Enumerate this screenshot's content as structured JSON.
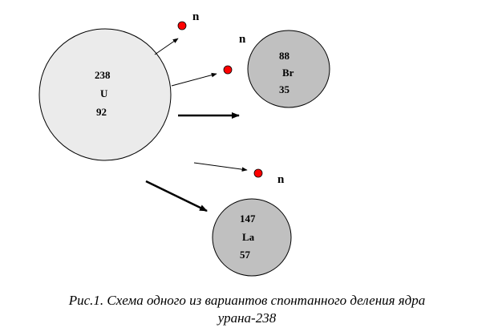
{
  "diagram": {
    "parent_nucleus": {
      "mass": "238",
      "symbol": "U",
      "charge": "92"
    },
    "fragment_1": {
      "mass": "88",
      "symbol": "Br",
      "charge": "35"
    },
    "fragment_2": {
      "mass": "147",
      "symbol": "La",
      "charge": "57"
    },
    "neutron_label": "n",
    "colors": {
      "parent_fill": "#ebebeb",
      "fragment_fill": "#c0c0c0",
      "neutron_fill": "#ff0000",
      "stroke": "#000000"
    }
  },
  "caption": {
    "line1": "Рис.1. Схема одного из вариантов спонтанного деления ядра",
    "line2": "урана-238"
  }
}
